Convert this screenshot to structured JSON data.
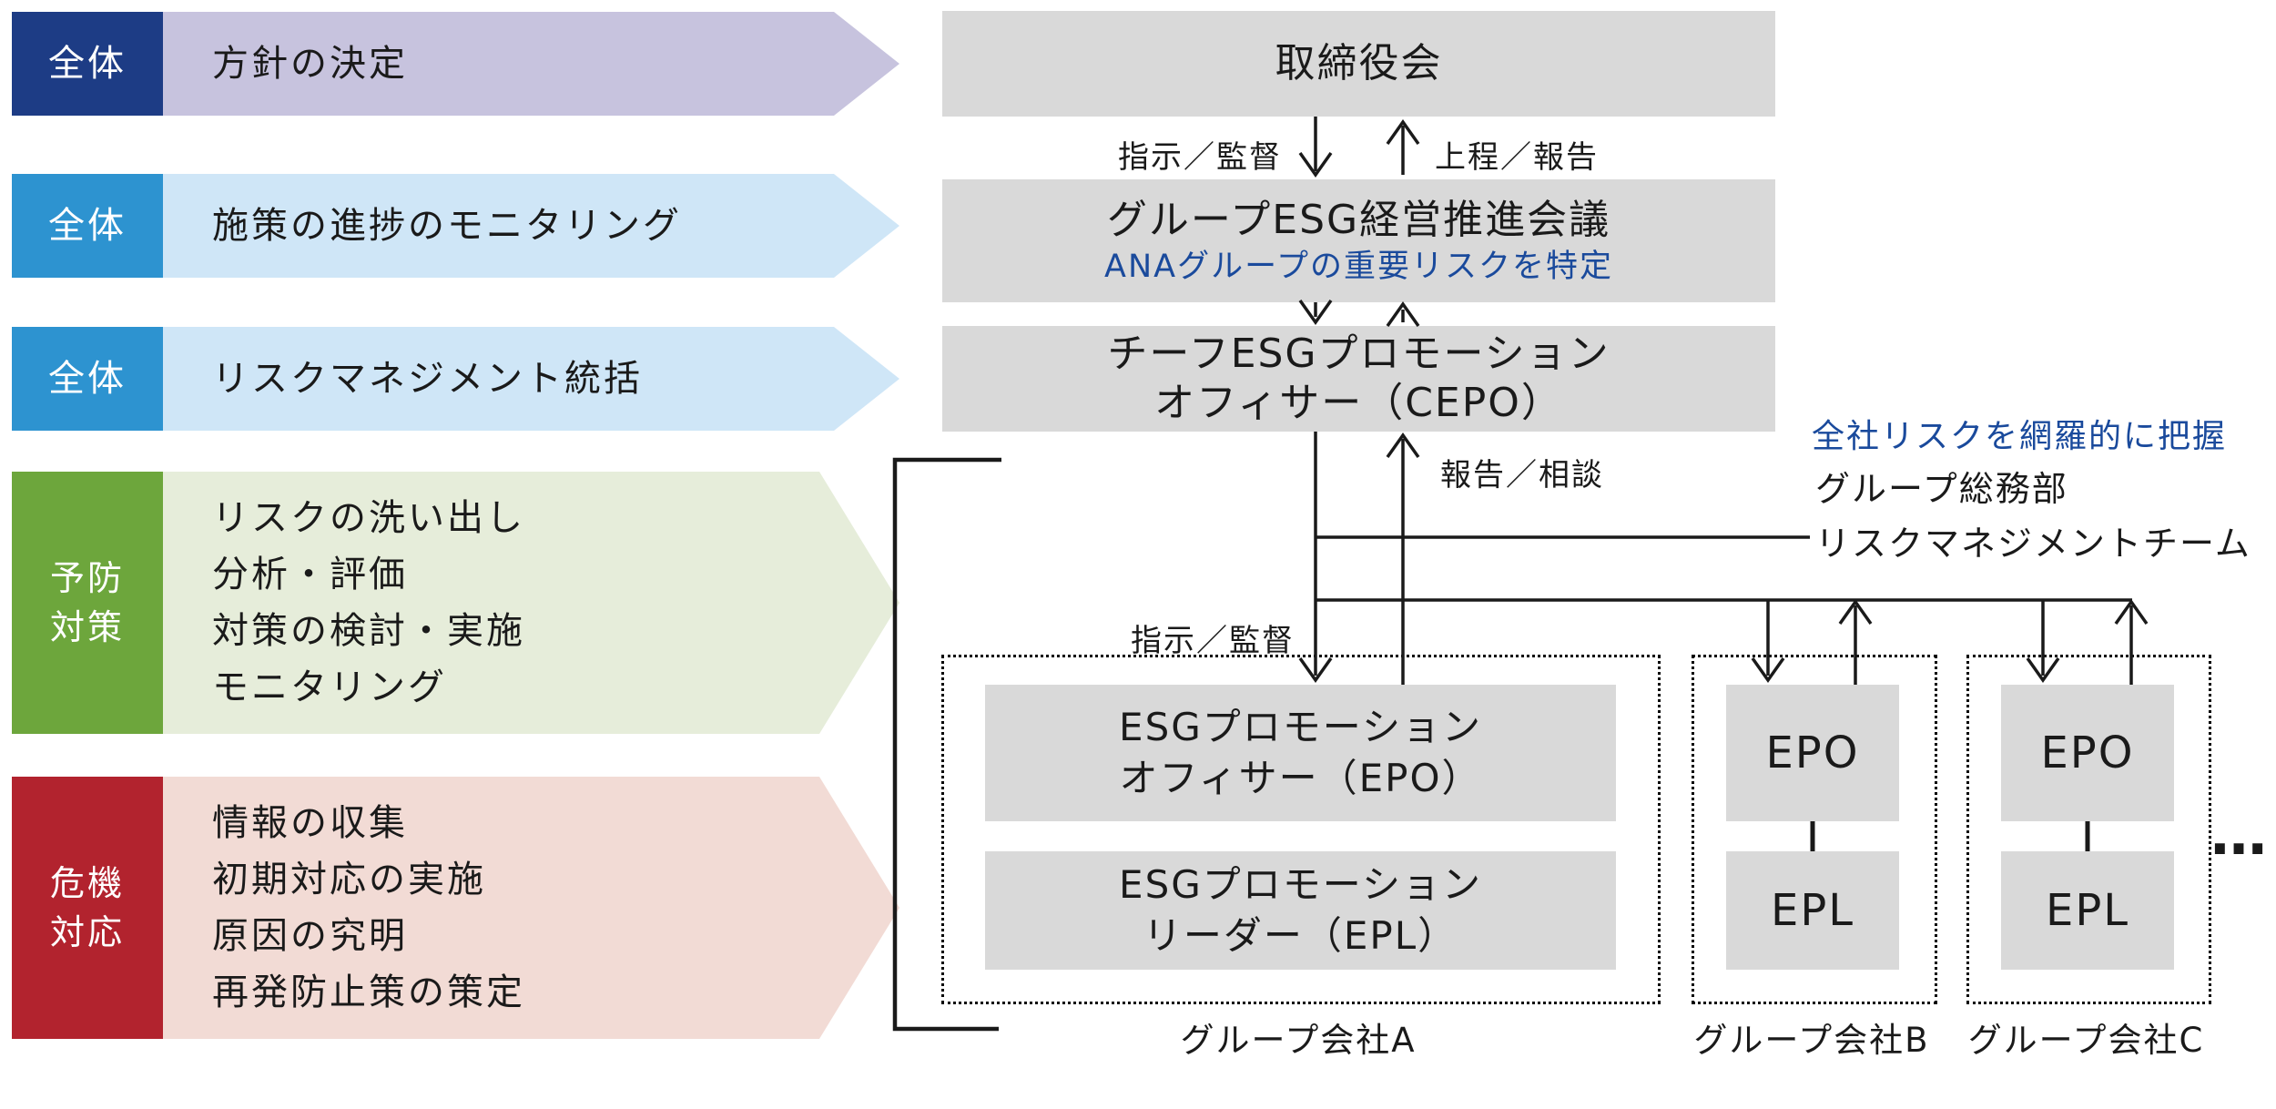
{
  "colors": {
    "tag_navy": "#1d3c85",
    "tag_blue": "#2d93d0",
    "tag_green": "#6da63c",
    "tag_red": "#b2232e",
    "body_purple": "#c7c3de",
    "body_blue": "#cfe6f7",
    "body_green": "#e6edda",
    "body_pink": "#f2dbd5",
    "box_gray": "#d9d9d9",
    "accent_blue_text": "#1a4a9c",
    "line_black": "#1a1a1a"
  },
  "banners": [
    {
      "tag_lines": [
        "全体"
      ],
      "body_lines": [
        "方針の決定"
      ],
      "tag_color": "#1d3c85",
      "body_color": "#c7c3de"
    },
    {
      "tag_lines": [
        "全体"
      ],
      "body_lines": [
        "施策の進捗のモニタリング"
      ],
      "tag_color": "#2d93d0",
      "body_color": "#cfe6f7"
    },
    {
      "tag_lines": [
        "全体"
      ],
      "body_lines": [
        "リスクマネジメント統括"
      ],
      "tag_color": "#2d93d0",
      "body_color": "#cfe6f7"
    },
    {
      "tag_lines": [
        "予防",
        "対策"
      ],
      "body_lines": [
        "リスクの洗い出し",
        "分析・評価",
        "対策の検討・実施",
        "モニタリング"
      ],
      "tag_color": "#6da63c",
      "body_color": "#e6edda"
    },
    {
      "tag_lines": [
        "危機",
        "対応"
      ],
      "body_lines": [
        "情報の収集",
        "初期対応の実施",
        "原因の究明",
        "再発防止策の策定"
      ],
      "tag_color": "#b2232e",
      "body_color": "#f2dbd5"
    }
  ],
  "org": {
    "board": "取締役会",
    "label_direct_supervise_top": "指示／監督",
    "label_submit_report": "上程／報告",
    "council_title": "グループESG経営推進会議",
    "council_subtitle": "ANAグループの重要リスクを特定",
    "cepo_line1": "チーフESGプロモーション",
    "cepo_line2": "オフィサー（CEPO）",
    "label_report_consult": "報告／相談",
    "note_companywide_risk": "全社リスクを網羅的に把握",
    "dept_general_affairs": "グループ総務部",
    "dept_risk_team": "リスクマネジメントチーム",
    "label_direct_supervise_mid": "指示／監督",
    "company_a": {
      "epo_line1": "ESGプロモーション",
      "epo_line2": "オフィサー（EPO）",
      "epl_line1": "ESGプロモーション",
      "epl_line2": "リーダー（EPL）",
      "label": "グループ会社A"
    },
    "company_b": {
      "epo": "EPO",
      "epl": "EPL",
      "label": "グループ会社B"
    },
    "company_c": {
      "epo": "EPO",
      "epl": "EPL",
      "label": "グループ会社C"
    },
    "ellipsis": "…"
  }
}
